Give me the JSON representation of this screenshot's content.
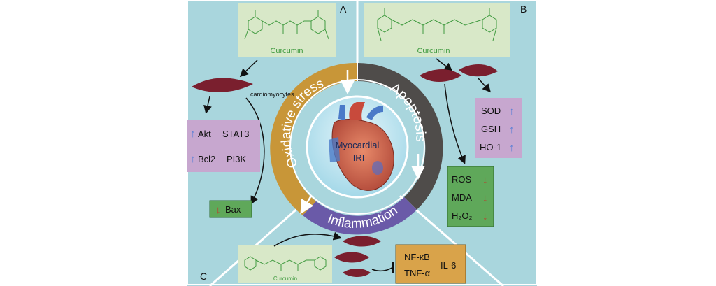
{
  "figure": {
    "title": "Curcumin effects on Myocardial IRI",
    "colors": {
      "background": "#a9d6dd",
      "panel_border": "#ffffff",
      "ring_orange": "#c89638",
      "ring_dark": "#4f4c4a",
      "ring_purple": "#6a5aa8",
      "molecule_box": "#d8e8c8",
      "molecule_text": "#3f9a3f",
      "purple_box": "#c7a7cf",
      "green_box": "#5fa85a",
      "orange_box": "#d9a34a",
      "cell": "#7a1f2e",
      "arrow_up": "#5a7fd6",
      "arrow_down": "#c0392b"
    },
    "center": {
      "line1": "Myocardial",
      "line2": "IRI"
    },
    "ring": {
      "oxidative_stress": "Oxidative stress",
      "apoptosis": "Apoptosis",
      "inflammation": "Inflammation"
    },
    "panel_a": {
      "letter": "A",
      "molecule": "Curcumin",
      "cell_label": "cardiomyocytes",
      "upregulated": [
        {
          "name": "Akt",
          "arrow": "up"
        },
        {
          "name": "STAT3",
          "arrow": "none"
        },
        {
          "name": "Bcl2",
          "arrow": "up"
        },
        {
          "name": "PI3K",
          "arrow": "none"
        }
      ],
      "downregulated": [
        {
          "name": "Bax",
          "arrow": "down"
        }
      ]
    },
    "panel_b": {
      "letter": "B",
      "molecule": "Curcumin",
      "upregulated": [
        {
          "name": "SOD",
          "arrow": "up"
        },
        {
          "name": "GSH",
          "arrow": "up"
        },
        {
          "name": "HO-1",
          "arrow": "up"
        }
      ],
      "downregulated": [
        {
          "name": "ROS",
          "arrow": "down"
        },
        {
          "name": "MDA",
          "arrow": "down"
        },
        {
          "name": "H₂O₂",
          "arrow": "down"
        }
      ]
    },
    "panel_c": {
      "letter": "C",
      "molecule": "Curcumin",
      "inhibited": [
        "NF-κB",
        "TNF-α",
        "IL-6"
      ]
    }
  }
}
